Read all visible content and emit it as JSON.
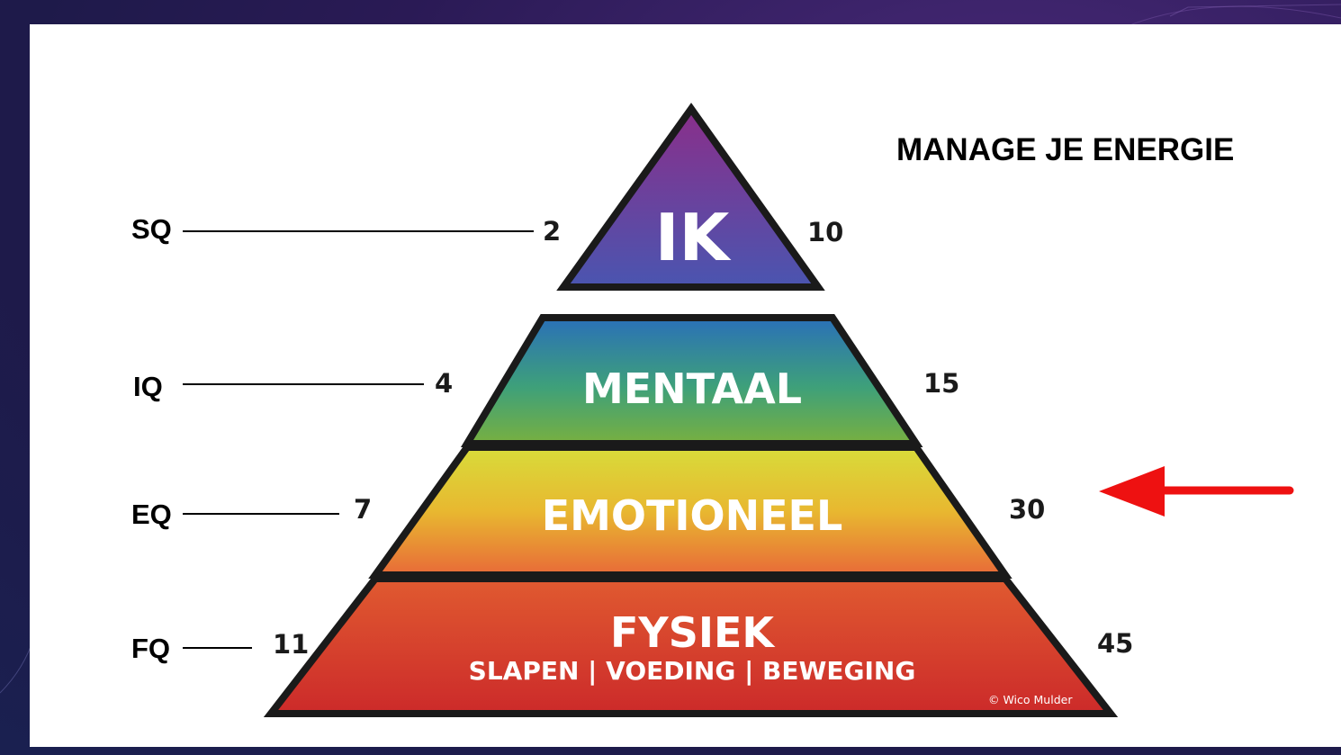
{
  "slide": {
    "title": "MANAGE JE ENERGIE",
    "copyright": "© Wico Mulder",
    "accent_arrow_color": "#ee1111",
    "levels": [
      {
        "code": "SQ",
        "label": "IK",
        "left_value": "2",
        "right_value": "10"
      },
      {
        "code": "IQ",
        "label": "MENTAAL",
        "left_value": "4",
        "right_value": "15"
      },
      {
        "code": "EQ",
        "label": "EMOTIONEEL",
        "left_value": "7",
        "right_value": "30"
      },
      {
        "code": "FQ",
        "label": "FYSIEK",
        "sublabel": "SLAPEN | VOEDING | BEWEGING",
        "left_value": "11",
        "right_value": "45"
      }
    ],
    "pointer_icon": "arrow-left-icon"
  }
}
